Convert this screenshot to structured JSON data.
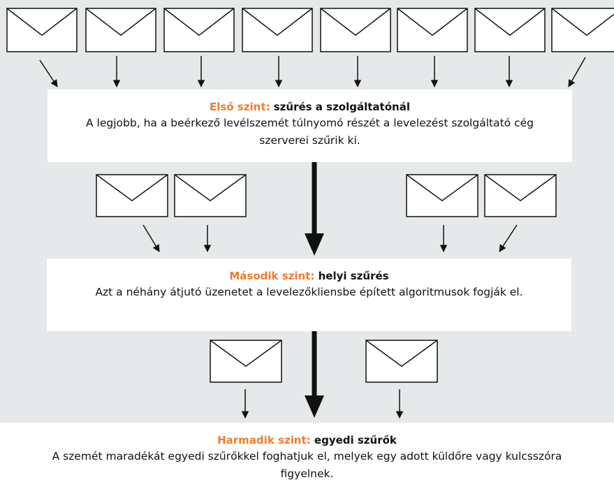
{
  "colors": {
    "background": "#e6e9ea",
    "box": "#ffffff",
    "accent": "#f07a2b",
    "line": "#111111"
  },
  "icons": {
    "envelope": "envelope-icon",
    "arrow": "arrow-icon"
  },
  "levels": [
    {
      "tag": "Első szint:",
      "title": "szűrés a szolgáltatónál",
      "text": "A legjobb, ha a beérkező levélszemét túlnyomó részét a levelezést szolgáltató cég szerverei szűrik ki."
    },
    {
      "tag": "Második szint:",
      "title": "helyi szűrés",
      "text": "Azt a néhány átjutó üzenetet a levelezőkliensbe épített algoritmusok fogják el."
    },
    {
      "tag": "Harmadik szint:",
      "title": "egyedi szűrők",
      "text": "A szemét maradékát egyedi szűrőkkel foghatjuk el, melyek egy adott küldőre vagy kulcsszóra figyelnek."
    }
  ]
}
